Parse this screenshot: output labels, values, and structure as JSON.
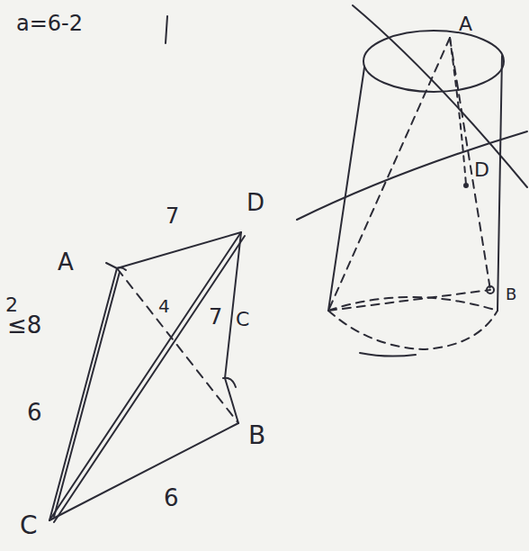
{
  "diagram": {
    "labels": [
      "a=6-2",
      "A",
      "D",
      "D",
      "7",
      "A",
      "2",
      "≤8",
      "4",
      "7",
      "C",
      "B",
      "6",
      "B",
      "6",
      "C"
    ]
  }
}
